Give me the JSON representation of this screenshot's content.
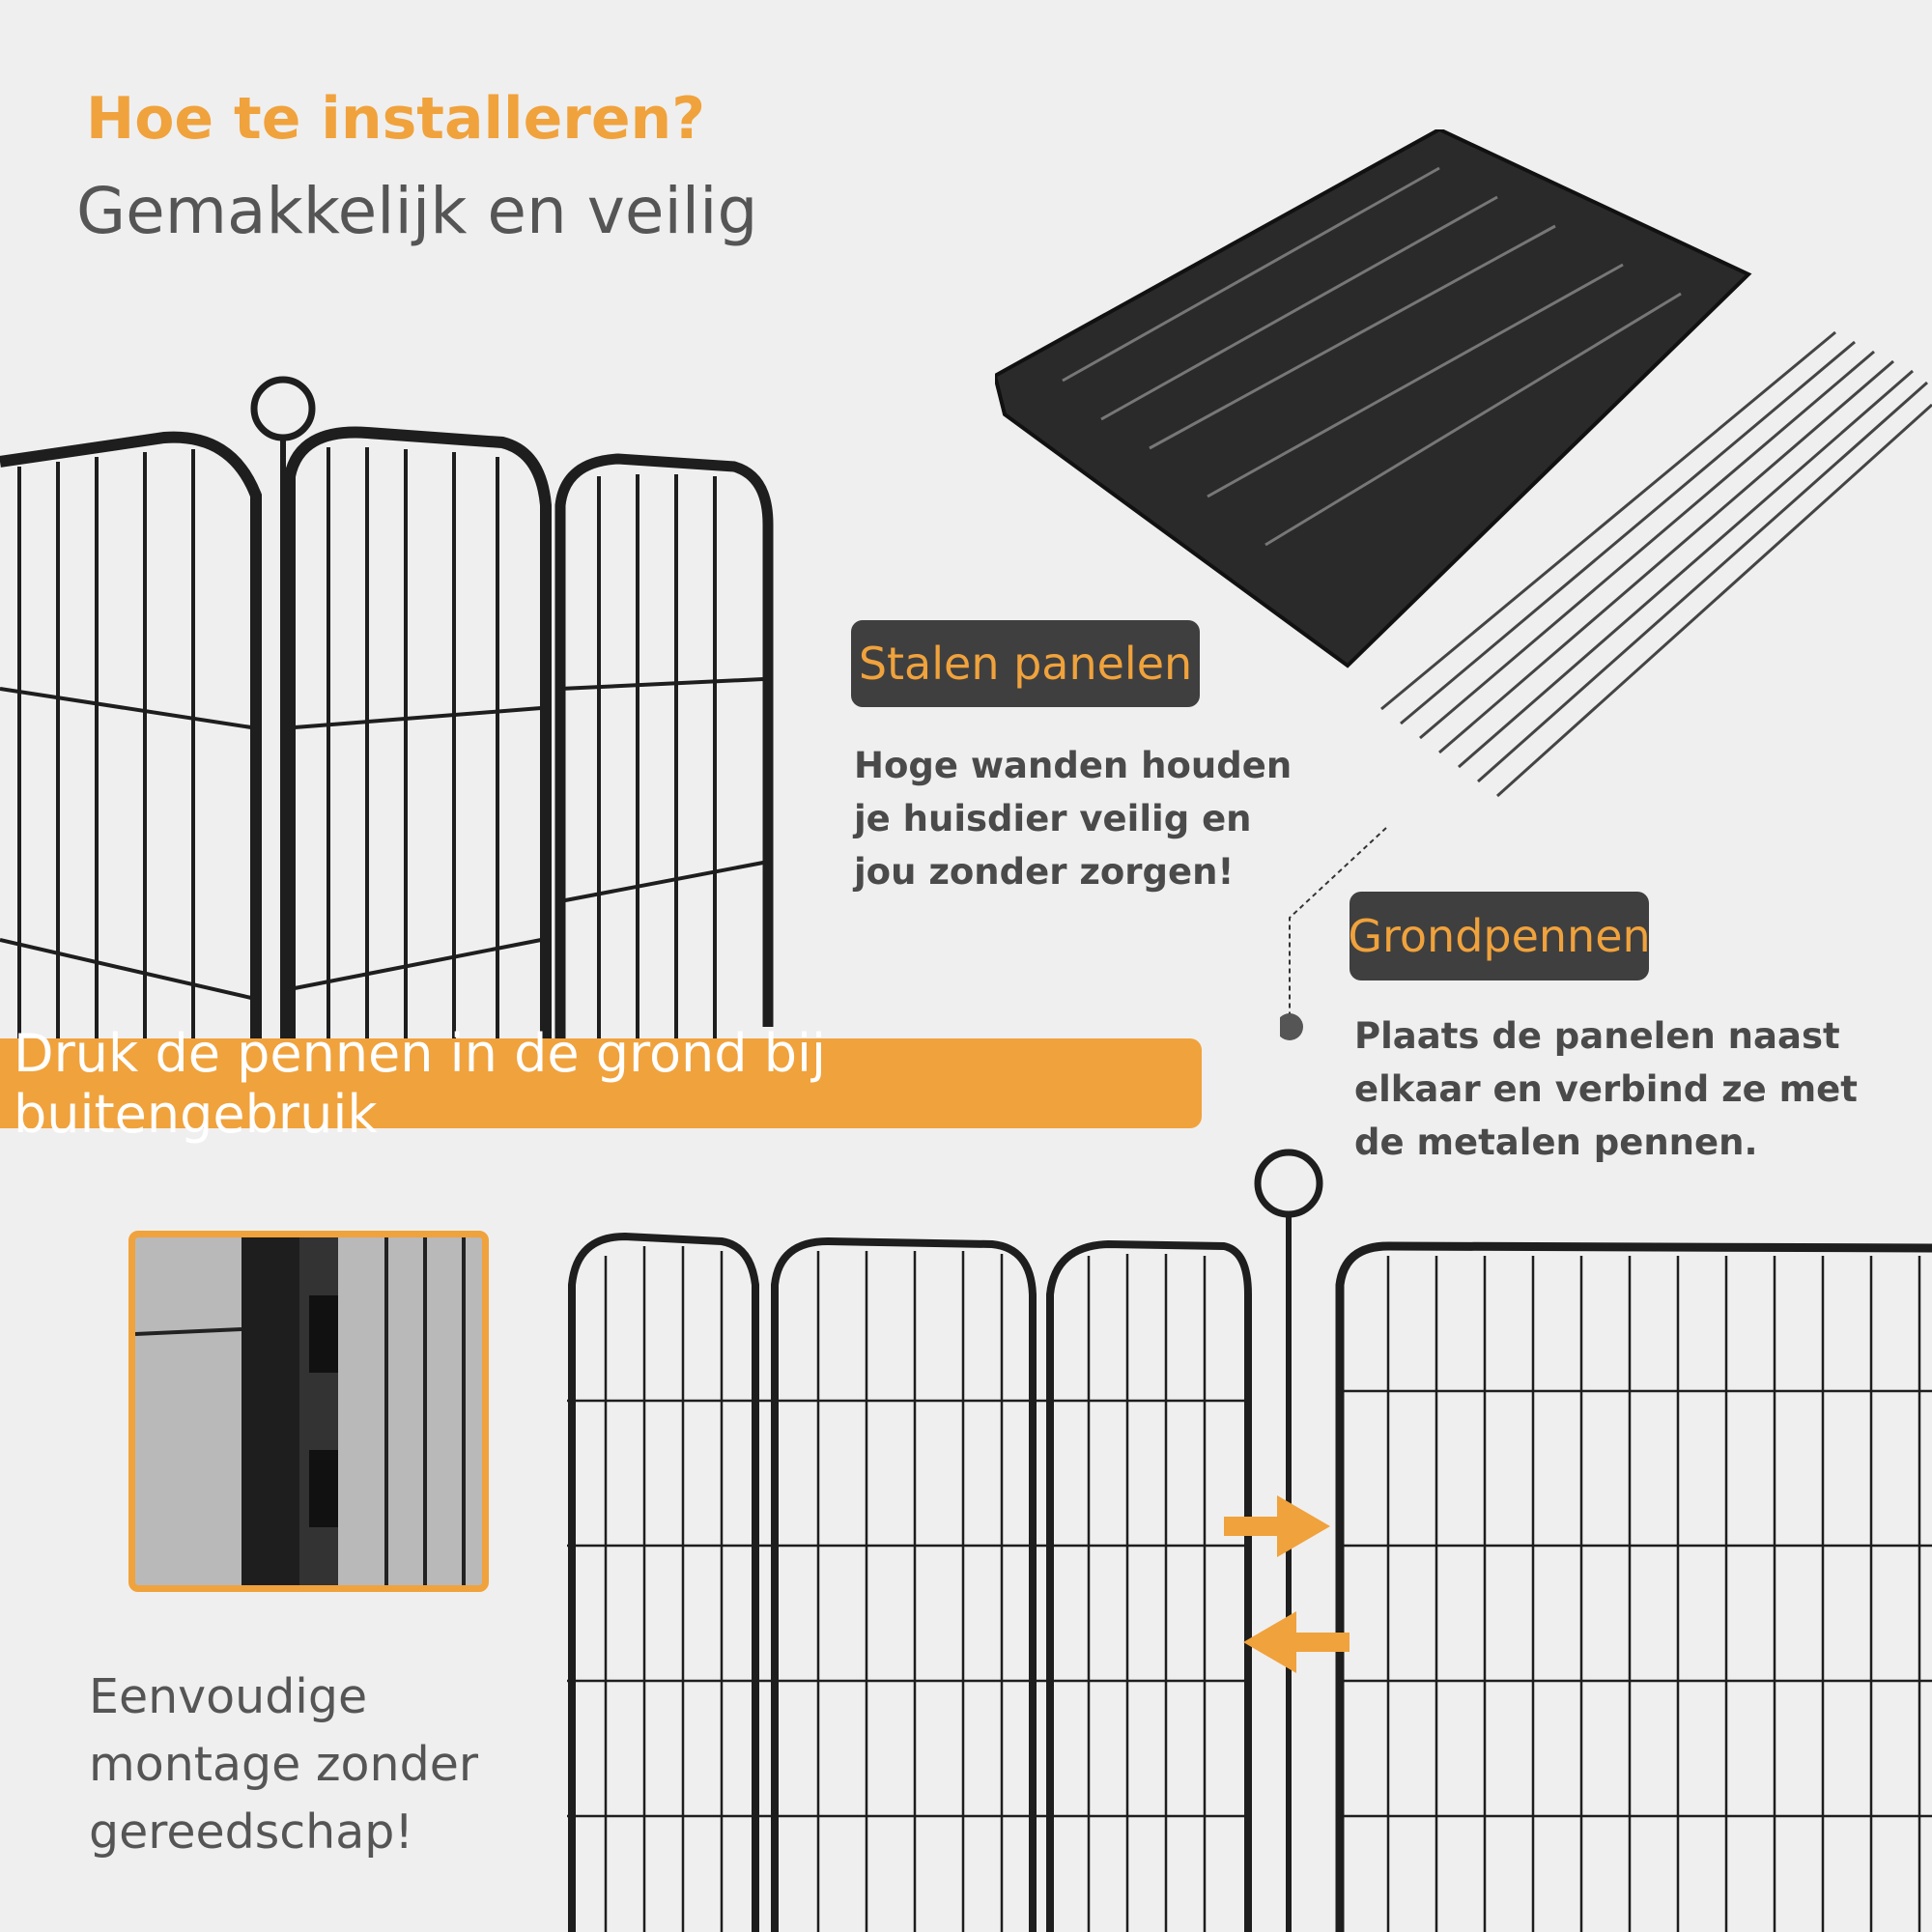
{
  "header": {
    "title": "Hoe te installeren?",
    "subtitle": "Gemakkelijk en veilig"
  },
  "features": [
    {
      "label": "Stalen panelen",
      "description": "Hoge wanden houden\nje huisdier veilig en\njou zonder zorgen!"
    },
    {
      "label": "Grondpennen",
      "description": "Plaats de panelen naast\nelkaar en verbind ze met\nde metalen pennen."
    }
  ],
  "banner": {
    "text": "Druk de pennen in de grond bij buitengebruik"
  },
  "note": {
    "text": "Eenvoudige\nmontage zonder\ngereedschap!"
  },
  "colors": {
    "accent": "#f0a23c",
    "badge": "#3f3f3f",
    "text": "#4a4a4a",
    "background": "#efefef"
  }
}
